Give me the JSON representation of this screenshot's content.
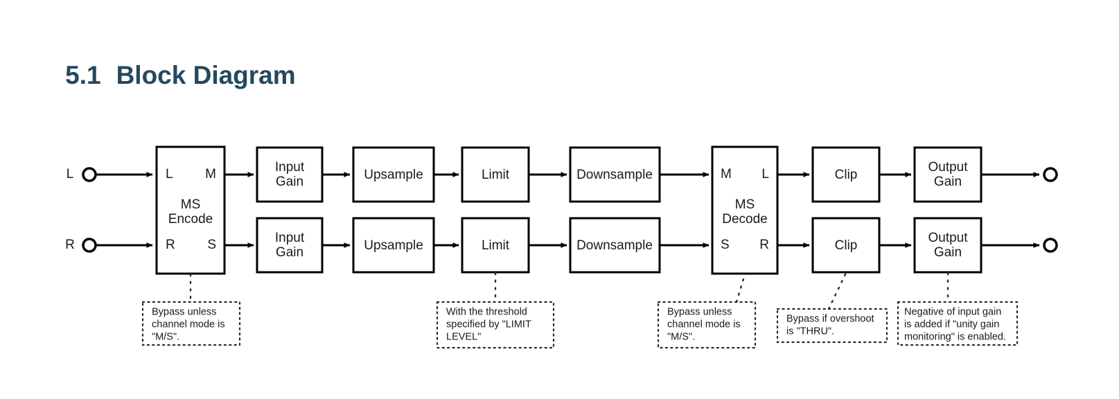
{
  "heading": {
    "number": "5.1",
    "title": "Block Diagram"
  },
  "diagram": {
    "inputs": [
      {
        "label": "L",
        "row": "top"
      },
      {
        "label": "R",
        "row": "bottom"
      }
    ],
    "ms_encode": {
      "name": "MS Encode",
      "line1": "MS",
      "line2": "Encode",
      "port_top_left": "L",
      "port_top_right": "M",
      "port_bottom_left": "R",
      "port_bottom_right": "S"
    },
    "ms_decode": {
      "name": "MS Decode",
      "line1": "MS",
      "line2": "Decode",
      "port_top_left": "M",
      "port_top_right": "L",
      "port_bottom_left": "S",
      "port_bottom_right": "R"
    },
    "top_chain": [
      {
        "line1": "Input",
        "line2": "Gain"
      },
      {
        "line1": "Upsample",
        "line2": ""
      },
      {
        "line1": "Limit",
        "line2": ""
      },
      {
        "line1": "Downsample",
        "line2": ""
      }
    ],
    "bottom_chain": [
      {
        "line1": "Input",
        "line2": "Gain"
      },
      {
        "line1": "Upsample",
        "line2": ""
      },
      {
        "line1": "Limit",
        "line2": ""
      },
      {
        "line1": "Downsample",
        "line2": ""
      }
    ],
    "top_output_chain": [
      {
        "line1": "Clip",
        "line2": ""
      },
      {
        "line1": "Output",
        "line2": "Gain"
      }
    ],
    "bottom_output_chain": [
      {
        "line1": "Clip",
        "line2": ""
      },
      {
        "line1": "Output",
        "line2": "Gain"
      }
    ],
    "notes": [
      {
        "id": "ms-encode-note",
        "lines": [
          "Bypass unless",
          "channel mode is",
          "\"M/S\"."
        ]
      },
      {
        "id": "limit-note",
        "lines": [
          "With the threshold",
          "specified by \"LIMIT",
          "LEVEL\""
        ]
      },
      {
        "id": "ms-decode-note",
        "lines": [
          "Bypass unless",
          "channel mode is",
          "\"M/S\"."
        ]
      },
      {
        "id": "clip-note",
        "lines": [
          "Bypass if overshoot",
          "is \"THRU\"."
        ]
      },
      {
        "id": "output-gain-note",
        "lines": [
          "Negative of input gain",
          "is added if \"unity gain",
          "monitoring\" is enabled."
        ]
      }
    ]
  },
  "colors": {
    "heading": "#24485f",
    "line": "#000000",
    "note_stroke": "#2b2b2b",
    "background": "#ffffff"
  }
}
